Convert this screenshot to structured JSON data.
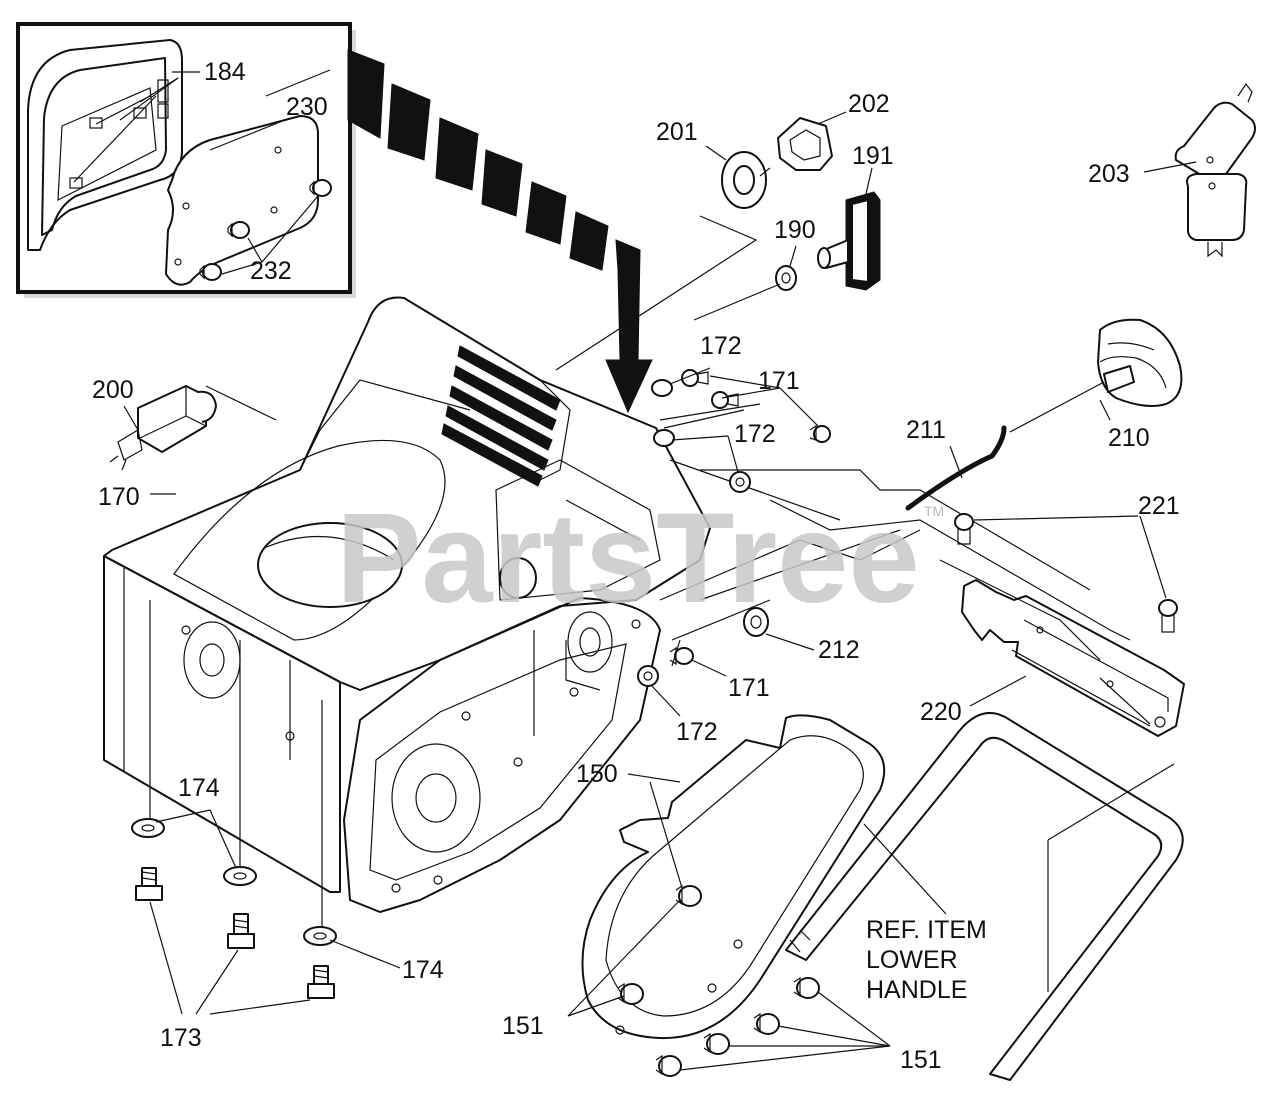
{
  "labels": {
    "p150": "150",
    "p151_a": "151",
    "p151_b": "151",
    "p170": "170",
    "p171_a": "171",
    "p171_b": "171",
    "p172_a": "172",
    "p172_b": "172",
    "p172_c": "172",
    "p173": "173",
    "p174_a": "174",
    "p174_b": "174",
    "p184": "184",
    "p190": "190",
    "p191": "191",
    "p200": "200",
    "p201": "201",
    "p202": "202",
    "p203": "203",
    "p210": "210",
    "p211": "211",
    "p212": "212",
    "p220": "220",
    "p221": "221",
    "p230": "230",
    "p232": "232"
  },
  "note": {
    "line1": "REF. ITEM",
    "line2": "LOWER",
    "line3": "HANDLE"
  },
  "watermark": {
    "text": "PartsTree",
    "tm": "TM"
  }
}
